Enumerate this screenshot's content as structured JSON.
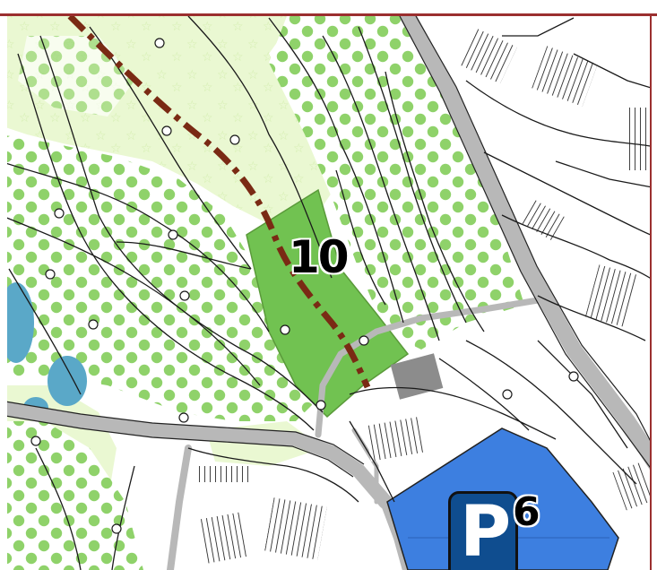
{
  "labels": {
    "zone": "10",
    "parking_symbol": "P",
    "parking_number": "6"
  },
  "colors": {
    "background": "#ffffff",
    "meadow": "#e9f7cf",
    "forest_dots": "#8fd26a",
    "highlight_zone": "#71c251",
    "trail": "#7a2a14",
    "road": "#b8b8b8",
    "parking_area": "#3d7fe0",
    "parking_sign": "#0f4d8f",
    "water": "#5aa8c8",
    "frame_border": "#9b2f2f"
  },
  "icons": [
    "parking-icon",
    "tree-symbol-icon"
  ]
}
